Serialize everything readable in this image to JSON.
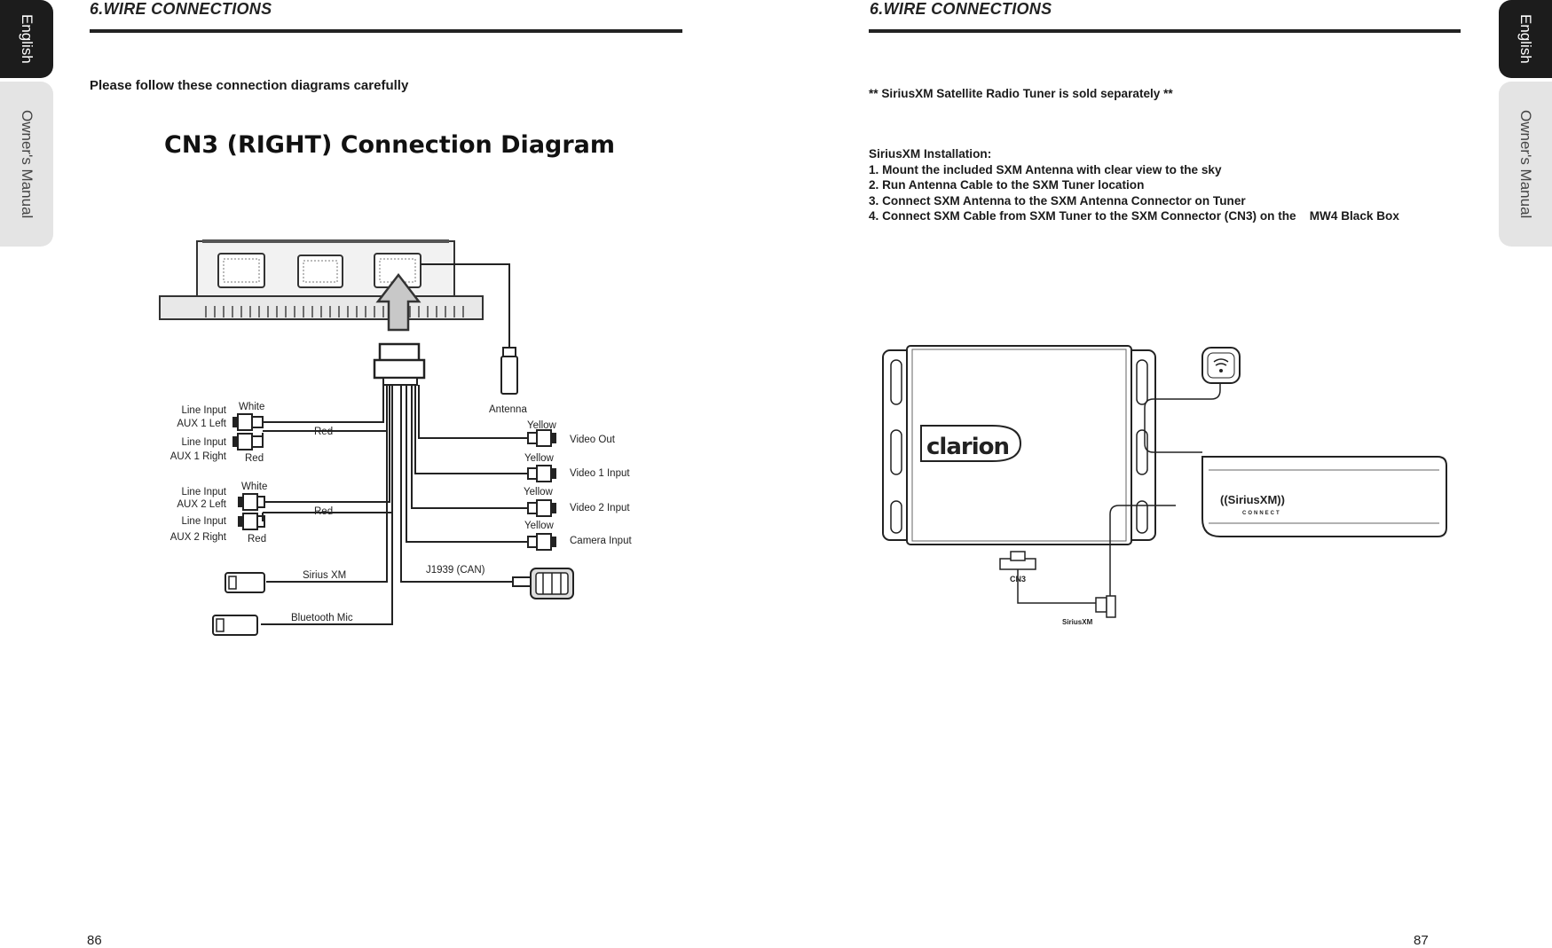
{
  "left_page": {
    "section_title": "6.WIRE CONNECTIONS",
    "intro": "Please follow these connection diagrams carefully",
    "diagram_title": "CN3 (RIGHT) Connection Diagram",
    "page_number": "86",
    "tabs": {
      "language": "English",
      "manual": "Owner's Manual"
    },
    "labels": {
      "aux1_left_1": "Line Input",
      "aux1_left_2": "AUX 1 Left",
      "aux1_right_1": "Line Input",
      "aux1_right_2": "AUX 1 Right",
      "aux2_left_1": "Line Input",
      "aux2_left_2": "AUX 2 Left",
      "aux2_right_1": "Line Input",
      "aux2_right_2": "AUX 2 Right",
      "white_1": "White",
      "red_1a": "Red",
      "red_1b": "Red",
      "white_2": "White",
      "red_2a": "Red",
      "red_2b": "Red",
      "antenna": "Antenna",
      "yellow_1": "Yellow",
      "yellow_2": "Yellow",
      "yellow_3": "Yellow",
      "yellow_4": "Yellow",
      "video_out": "Video Out",
      "video1_input": "Video 1 Input",
      "video2_input": "Video 2 Input",
      "camera_input": "Camera Input",
      "sirius_xm": "Sirius XM",
      "j1939": "J1939 (CAN)",
      "bluetooth_mic": "Bluetooth Mic"
    }
  },
  "right_page": {
    "section_title": "6.WIRE CONNECTIONS",
    "note": "** SiriusXM Satellite Radio Tuner is sold separately **",
    "install_heading": "SiriusXM Installation:",
    "steps": [
      "1. Mount the included SXM Antenna with clear view to the sky",
      "2. Run Antenna Cable to the SXM Tuner location",
      "3. Connect SXM Antenna to the SXM Antenna Connector on Tuner",
      "4. Connect SXM Cable from SXM Tuner to the SXM Connector (CN3) on the    MW4 Black Box"
    ],
    "page_number": "87",
    "tabs": {
      "language": "English",
      "manual": "Owner's Manual"
    },
    "illustration": {
      "brand": "clarion",
      "tuner_logo": "((SiriusXM))",
      "tuner_sub": "CONNECT",
      "cn3_label": "CN3",
      "cable_label": "SiriusXM"
    }
  },
  "colors": {
    "tab_dark": "#1c1c1c",
    "tab_light": "#e4e4e4",
    "arrow_gray": "#c8c8c8"
  }
}
